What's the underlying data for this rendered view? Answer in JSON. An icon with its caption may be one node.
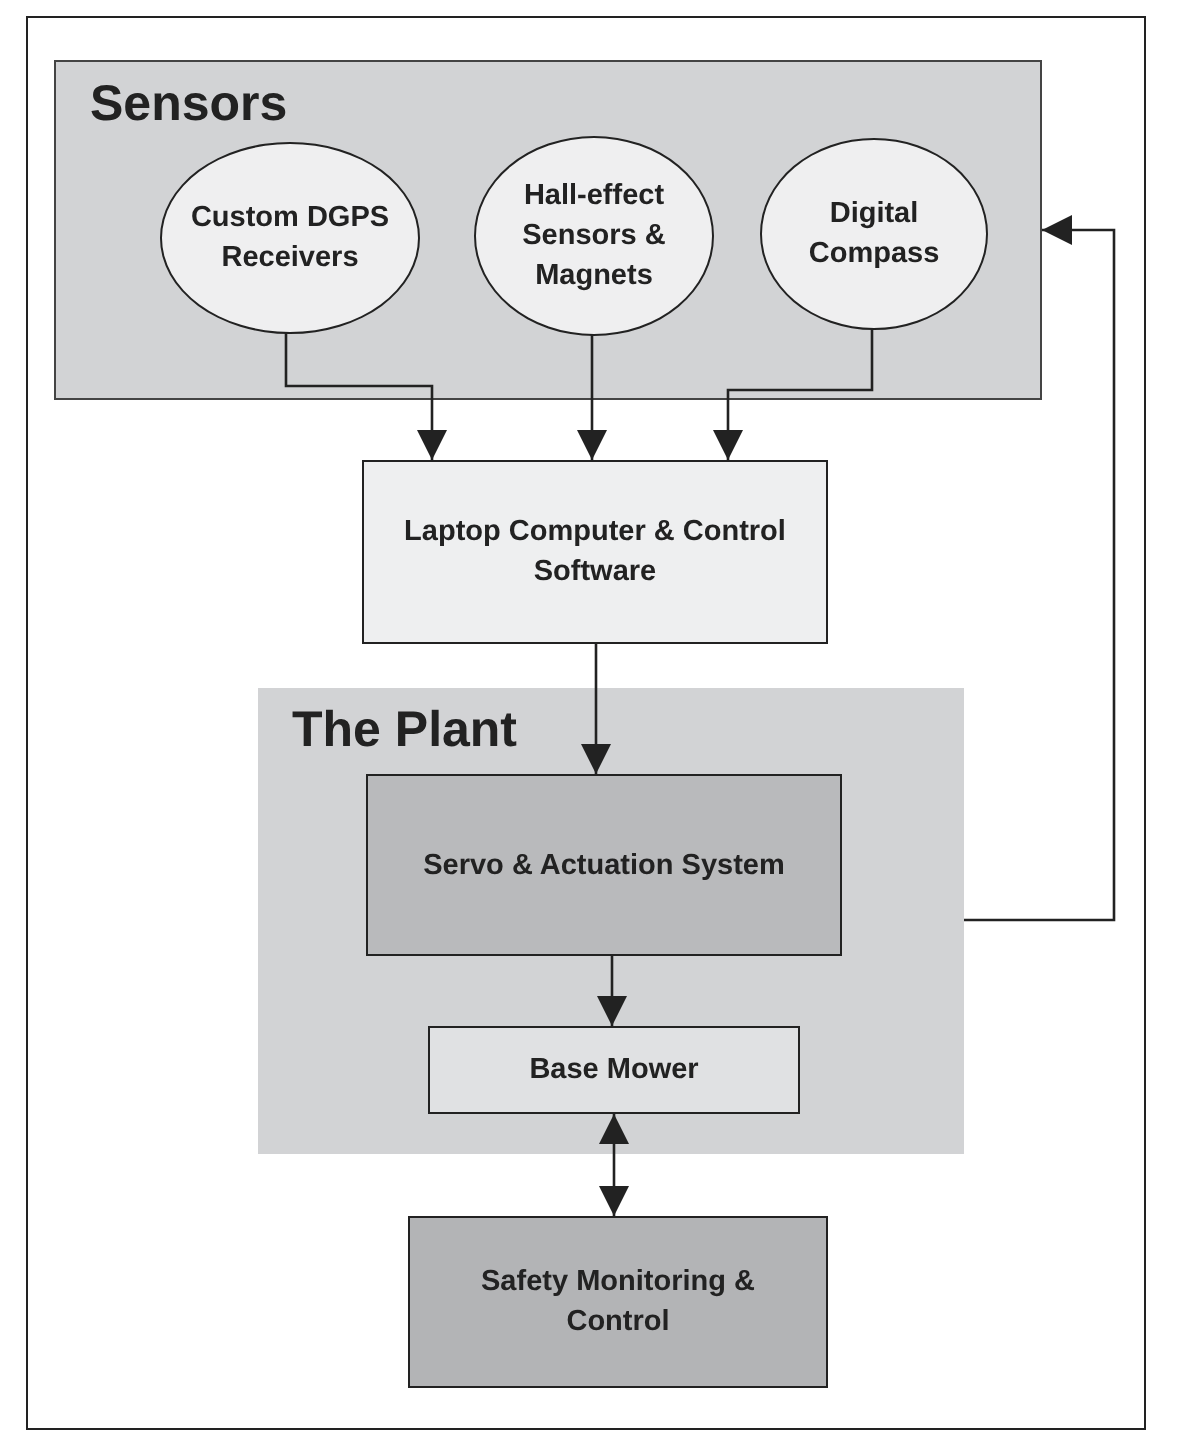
{
  "diagram": {
    "nodes": [
      {
        "text": [
          "Sensors"
        ]
      },
      {
        "text": [
          "Custom DGPS Receivers"
        ],
        "in": 0
      },
      {
        "text": [
          "Hall-effect Sensors & Magnets"
        ],
        "in": 0
      },
      {
        "text": [
          "Digital Compass"
        ],
        "in": 0
      },
      {
        "text": [
          "Laptop Computer & Control Software"
        ]
      },
      {
        "text": [
          "The Plant"
        ]
      },
      {
        "text": [
          "Servo & Actuation System"
        ],
        "in": 5
      },
      {
        "text": [
          "Base Mower"
        ],
        "in": 5
      },
      {
        "text": [
          "Safety Monitoring & Control"
        ]
      }
    ],
    "edges": [
      {
        "from": 1,
        "to": 4,
        "arrow": "to"
      },
      {
        "from": 2,
        "to": 4,
        "arrow": "to"
      },
      {
        "from": 3,
        "to": 4,
        "arrow": "to"
      },
      {
        "from": 4,
        "to": 6,
        "arrow": "to"
      },
      {
        "from": 6,
        "to": 7,
        "arrow": "to"
      },
      {
        "from": 7,
        "to": 8,
        "arrow": "both"
      },
      {
        "from": 5,
        "to": 0,
        "arrow": "to"
      }
    ]
  }
}
